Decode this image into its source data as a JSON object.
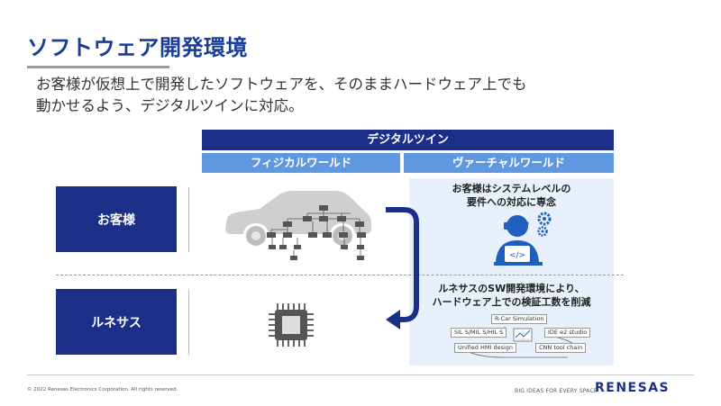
{
  "title": "ソフトウェア開発環境",
  "subtitle": {
    "line1": "お客様が仮想上で開発したソフトウェアを、そのままハードウェア上でも",
    "line2": "動かせるよう、デジタルツインに対応。"
  },
  "digital_twin": {
    "header": "デジタルツイン",
    "physical": "フィジカルワールド",
    "virtual": "ヴァーチャルワールド"
  },
  "rows": {
    "customer": "お客様",
    "renesas": "ルネサス"
  },
  "customer_virtual_text": {
    "line1": "お客様はシステムレベルの",
    "line2": "要件への対応に専念"
  },
  "renesas_virtual_text": {
    "line1": "ルネサスのSW開発環境により、",
    "line2": "ハードウェア上での検証工数を削減"
  },
  "tools": {
    "rcar": "R-Car Simulation",
    "sil": "SIL S/MIL S/HIL S",
    "ide": "IDE e2 studio",
    "hmi": "Unified HMI design",
    "cnn": "CNN tool chain"
  },
  "footer": {
    "copyright": "© 2022 Renesas Electronics Corporation. All rights reserved.",
    "tagline": "BIG IDEAS FOR EVERY SPACE",
    "logo": "RENESAS"
  },
  "colors": {
    "title_blue": "#1a3d9a",
    "navy": "#1b2f88",
    "sub_header_blue": "#5f97e0",
    "panel_bg": "#e7f0fb"
  },
  "icons": [
    "car-icon",
    "tree-diagram-icon",
    "developer-icon",
    "gear-icon",
    "chip-icon",
    "return-arrow-icon"
  ]
}
